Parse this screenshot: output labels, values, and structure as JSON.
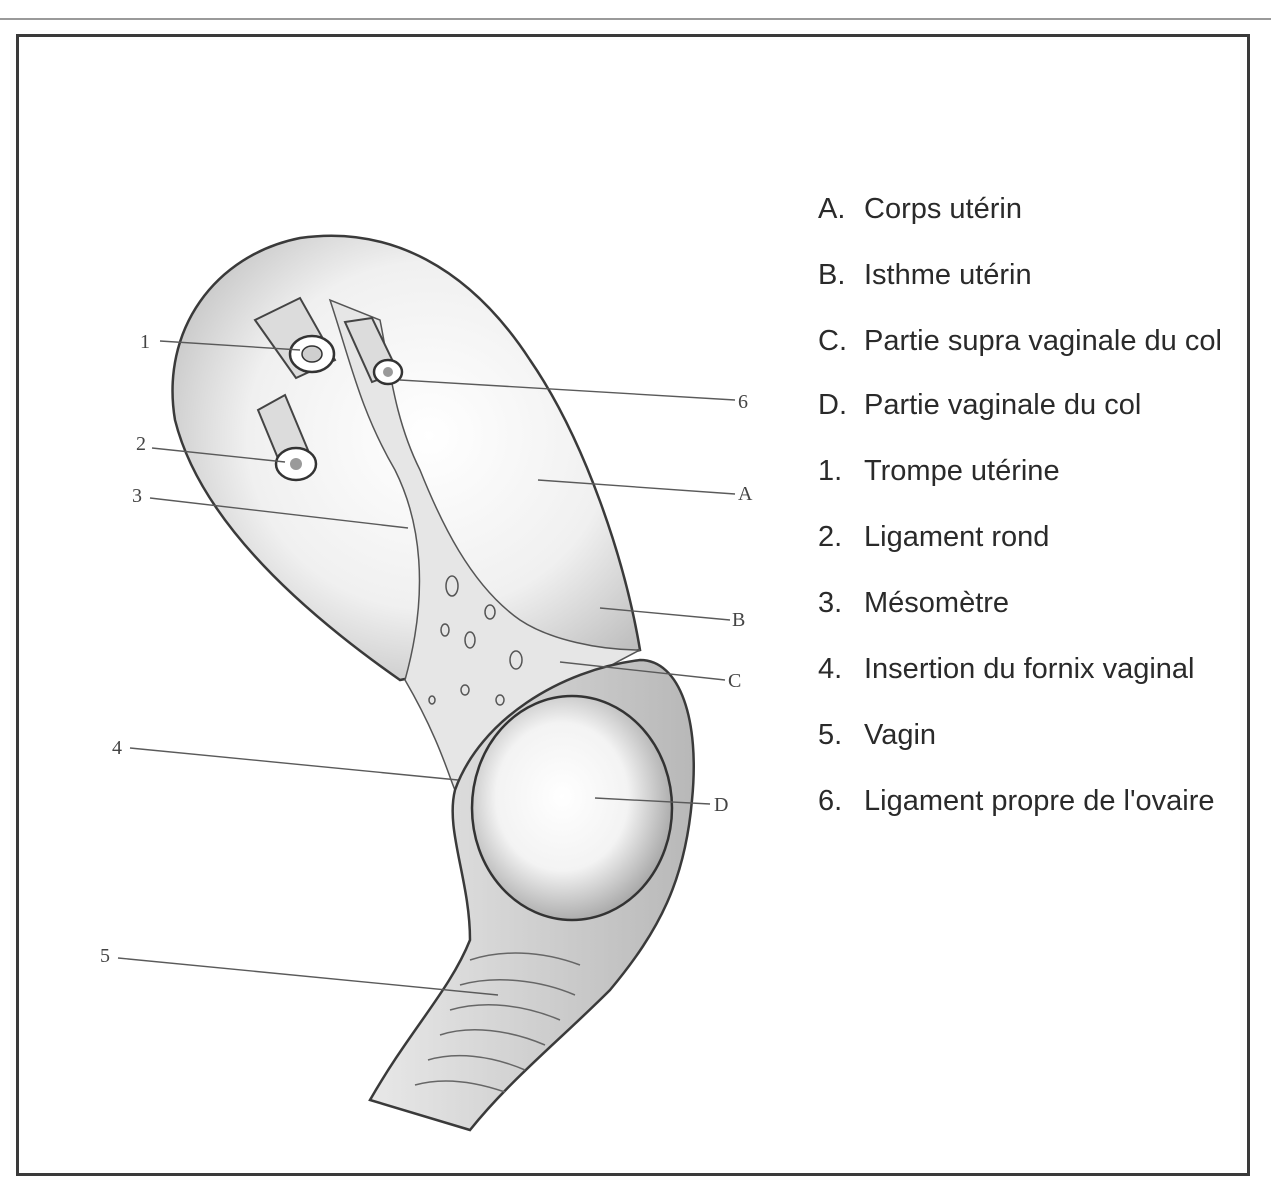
{
  "diagram": {
    "callouts": {
      "label_1": "1",
      "label_2": "2",
      "label_3": "3",
      "label_4": "4",
      "label_5": "5",
      "label_6": "6",
      "label_A": "A",
      "label_B": "B",
      "label_C": "C",
      "label_D": "D"
    }
  },
  "legend": {
    "items": [
      {
        "key": "A.",
        "text": "Corps utérin"
      },
      {
        "key": "B.",
        "text": "Isthme utérin"
      },
      {
        "key": "C.",
        "text": "Partie supra vaginale du col"
      },
      {
        "key": "D.",
        "text": "Partie vaginale du col"
      },
      {
        "key": "1.",
        "text": "Trompe utérine"
      },
      {
        "key": "2.",
        "text": "Ligament rond"
      },
      {
        "key": "3.",
        "text": "Mésomètre"
      },
      {
        "key": "4.",
        "text": "Insertion du fornix vaginal"
      },
      {
        "key": "5.",
        "text": "Vagin"
      },
      {
        "key": "6.",
        "text": "Ligament propre de l'ovaire"
      }
    ]
  },
  "colors": {
    "ink": "#3a3a3a",
    "shade": "#cfcfcf",
    "light": "#f2f2f2"
  }
}
